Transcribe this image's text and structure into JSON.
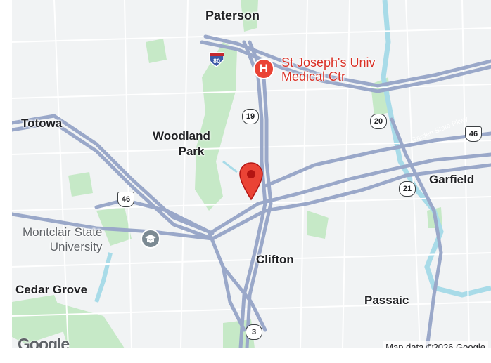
{
  "map": {
    "places": {
      "paterson": "Paterson",
      "totowa": "Totowa",
      "woodland_park_line1": "Woodland",
      "woodland_park_line2": "Park",
      "garfield": "Garfield",
      "clifton": "Clifton",
      "cedar_grove": "Cedar Grove",
      "passaic": "Passaic"
    },
    "poi": {
      "hospital_line1": "St Joseph's Univ",
      "hospital_line2": "Medical Ctr",
      "hospital_icon_letter": "H",
      "university_line1": "Montclair State",
      "university_line2": "University"
    },
    "roads": {
      "i80": "80",
      "nj19": "19",
      "nj20": "20",
      "nj21": "21",
      "nj3": "3",
      "us46_west": "46",
      "us46_east": "46",
      "garden_state_parkway": "Garden State Pkwy"
    },
    "footer": {
      "logo": "Google",
      "attribution": "Map data ©2026 Google"
    },
    "colors": {
      "land": "#f1f3f4",
      "park": "#c6e9c7",
      "water": "#a8dbe8",
      "highway": "#9aa8c9",
      "pin": "#ea4335",
      "poi_text": "#d93025"
    }
  }
}
